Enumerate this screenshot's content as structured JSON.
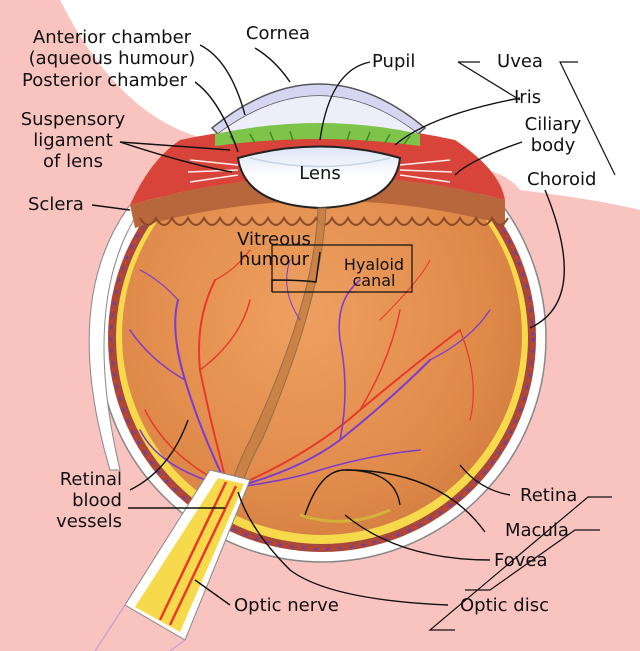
{
  "labels": {
    "anterior_chamber": "Anterior chamber",
    "aqueous_humour": "(aqueous humour)",
    "cornea": "Cornea",
    "pupil": "Pupil",
    "uvea": "Uvea",
    "posterior_chamber": "Posterior chamber",
    "iris": "Iris",
    "suspensory_1": "Suspensory",
    "suspensory_2": "ligament",
    "suspensory_3": "of lens",
    "ciliary_1": "Ciliary",
    "ciliary_2": "body",
    "lens": "Lens",
    "choroid": "Choroid",
    "sclera": "Sclera",
    "vitreous_1": "Vitreous",
    "vitreous_2": "humour",
    "hyaloid_1": "Hyaloid",
    "hyaloid_2": "canal",
    "retinal_vessels_1": "Retinal",
    "retinal_vessels_2": "blood",
    "retinal_vessels_3": "vessels",
    "retina": "Retina",
    "macula": "Macula",
    "fovea": "Fovea",
    "optic_nerve": "Optic nerve",
    "optic_disc": "Optic disc"
  },
  "colors": {
    "background": "#f9c3c0",
    "sclera": "#ffffff",
    "choroid": "#a8483c",
    "retina": "#f7d94c",
    "vitreous": "#e08a4a",
    "lens": "#ffffff",
    "iris": "#7ec44a",
    "cornea": "#d7d6f2",
    "ciliary": "#c97a4b",
    "artery": "#e8392a",
    "vein": "#7a3bd1",
    "leader_line": "#111111"
  }
}
